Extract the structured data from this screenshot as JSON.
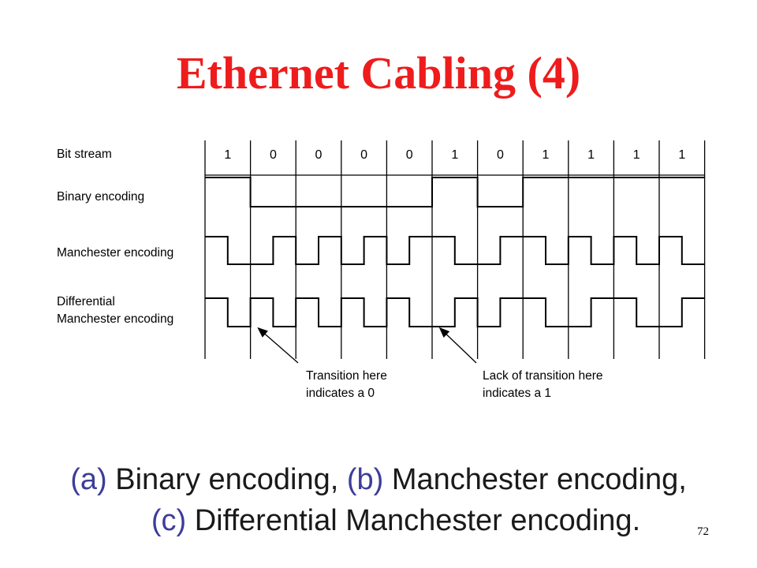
{
  "slide": {
    "title": "Ethernet Cabling (4)",
    "page_number": "72"
  },
  "colors": {
    "title": "#ee1c1c",
    "caption_marker": "#3d3d99",
    "caption_text": "#1a1a1a",
    "ink": "#000000"
  },
  "diagram": {
    "labels": {
      "bit_stream": "Bit stream",
      "binary": "Binary encoding",
      "manchester": "Manchester encoding",
      "diff_line1": "Differential",
      "diff_line2": "Manchester encoding"
    },
    "bits": [
      "1",
      "0",
      "0",
      "0",
      "0",
      "1",
      "0",
      "1",
      "1",
      "1",
      "1"
    ],
    "annotations": [
      {
        "line1": "Transition here",
        "line2": "indicates a 0"
      },
      {
        "line1": "Lack of transition here",
        "line2": "indicates a 1"
      }
    ]
  },
  "caption": {
    "a_marker": "(a)",
    "a_text": " Binary encoding,",
    "b_marker": " (b)",
    "b_text": " Manchester encoding,",
    "c_marker": "(c)",
    "c_text": " Differential Manchester encoding."
  }
}
